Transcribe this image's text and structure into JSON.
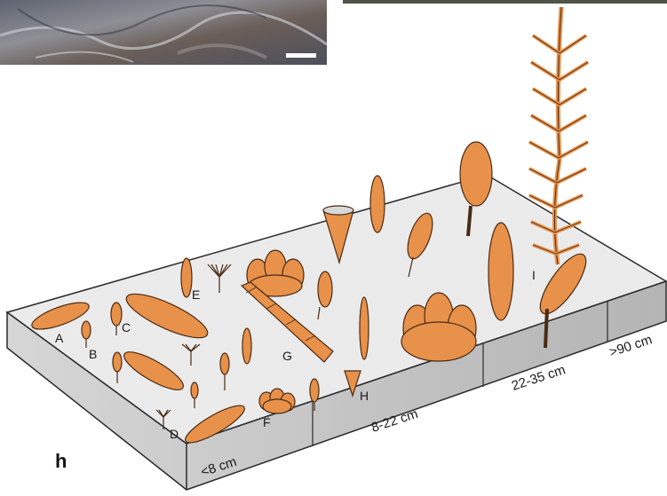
{
  "panel_label": "h",
  "size_classes": [
    "<8 cm",
    "8-22 cm",
    "22-35 cm",
    ">90 cm"
  ],
  "taxa_labels": [
    "A",
    "B",
    "C",
    "D",
    "E",
    "F",
    "G",
    "H",
    "I"
  ],
  "colors": {
    "organism_fill": "#e8914a",
    "organism_stroke": "#4a2a14",
    "platform_top": "#ececec",
    "platform_front": "#c9c9c9",
    "platform_side": "#a9a9a9",
    "photo_base": "#6b6f78"
  },
  "icons": {
    "photo_scale_bar": "scale-bar-icon"
  }
}
